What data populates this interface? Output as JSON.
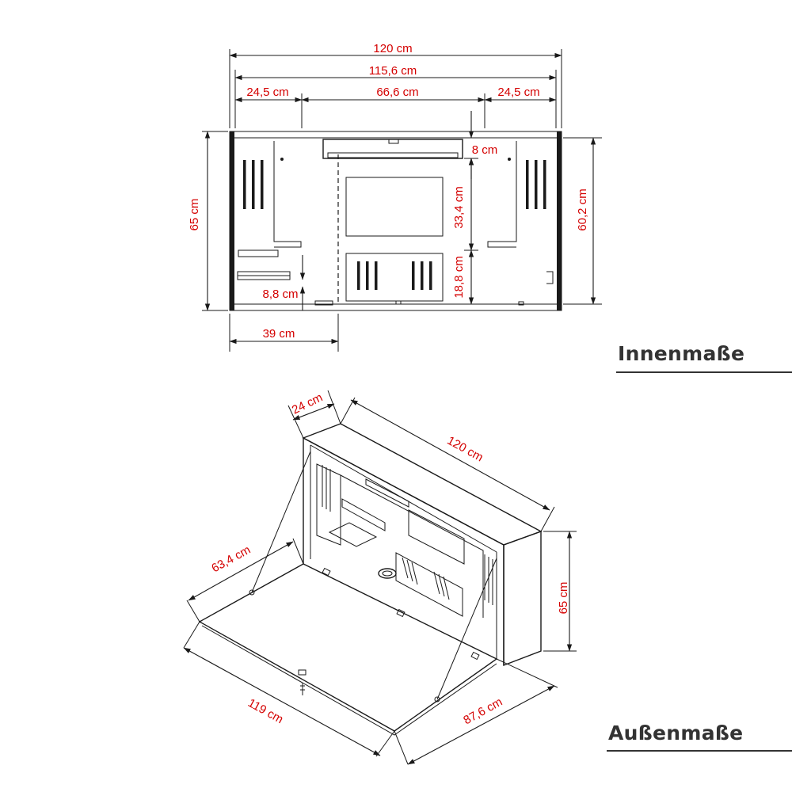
{
  "colors": {
    "dimension_text": "#d40000",
    "line": "#1a1a1a",
    "heading": "#333333"
  },
  "inner": {
    "heading": "Innenmaße",
    "width_outer": "120 cm",
    "width_inner": "115,6 cm",
    "side_left": "24,5 cm",
    "center": "66,6 cm",
    "side_right": "24,5 cm",
    "height_outer": "65 cm",
    "height_inner": "60,2 cm",
    "top_shelf": "8 cm",
    "middle": "33,4 cm",
    "bottom_box": "18,8 cm",
    "small_shelf": "8,8 cm",
    "bottom_left": "39 cm"
  },
  "outer": {
    "heading": "Außenmaße",
    "depth": "24 cm",
    "width": "120 cm",
    "height": "65 cm",
    "flap_depth": "63,4 cm",
    "flap_width": "119 cm",
    "open_depth": "87,6 cm"
  }
}
